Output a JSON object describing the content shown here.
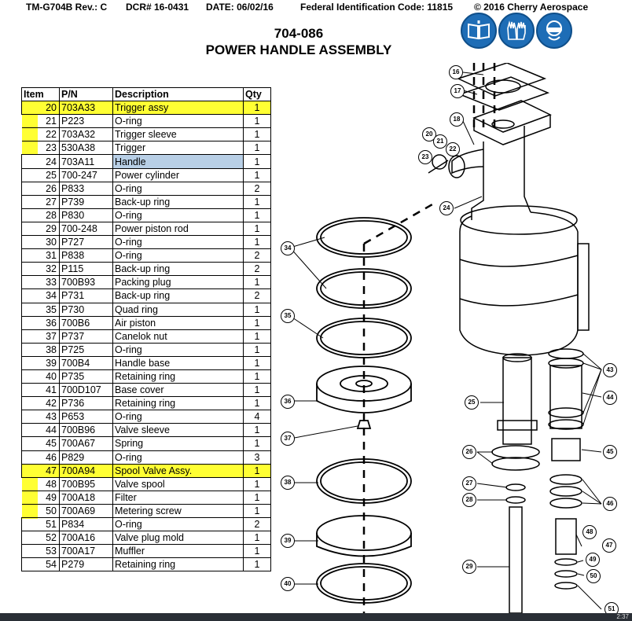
{
  "header": {
    "doc": "TM-G704B Rev.: C",
    "dcr": "DCR# 16-0431",
    "date": "DATE: 06/02/16",
    "fed": "Federal Identification Code: 11815",
    "copyright": "© 2016 Cherry Aerospace"
  },
  "title": {
    "number": "704-086",
    "name": "POWER HANDLE ASSEMBLY"
  },
  "ppe_icons": [
    "read-manual-icon",
    "gloves-icon",
    "eye-protection-icon"
  ],
  "colors": {
    "highlight": "#ffff33",
    "selected": "#b8cfe6",
    "ppe_blue": "#1e6db6"
  },
  "table": {
    "headers": [
      "Item",
      "P/N",
      "Description",
      "Qty"
    ],
    "rows": [
      {
        "item": "20",
        "pn": "703A33",
        "desc": "Trigger assy",
        "qty": "1",
        "style": "hl"
      },
      {
        "item": "21",
        "pn": "P223",
        "desc": "O-ring",
        "qty": "1",
        "style": "sub"
      },
      {
        "item": "22",
        "pn": "703A32",
        "desc": "Trigger sleeve",
        "qty": "1",
        "style": "sub"
      },
      {
        "item": "23",
        "pn": "530A38",
        "desc": "Trigger",
        "qty": "1",
        "style": "sub"
      },
      {
        "item": "24",
        "pn": "703A11",
        "desc": "Handle",
        "qty": "1",
        "style": "sel"
      },
      {
        "item": "25",
        "pn": "700-247",
        "desc": "Power cylinder",
        "qty": "1",
        "style": ""
      },
      {
        "item": "26",
        "pn": "P833",
        "desc": "O-ring",
        "qty": "2",
        "style": ""
      },
      {
        "item": "27",
        "pn": "P739",
        "desc": "Back-up ring",
        "qty": "1",
        "style": ""
      },
      {
        "item": "28",
        "pn": "P830",
        "desc": "O-ring",
        "qty": "1",
        "style": ""
      },
      {
        "item": "29",
        "pn": "700-248",
        "desc": "Power piston rod",
        "qty": "1",
        "style": ""
      },
      {
        "item": "30",
        "pn": "P727",
        "desc": "O-ring",
        "qty": "1",
        "style": ""
      },
      {
        "item": "31",
        "pn": "P838",
        "desc": "O-ring",
        "qty": "2",
        "style": ""
      },
      {
        "item": "32",
        "pn": "P115",
        "desc": "Back-up ring",
        "qty": "2",
        "style": ""
      },
      {
        "item": "33",
        "pn": "700B93",
        "desc": "Packing plug",
        "qty": "1",
        "style": ""
      },
      {
        "item": "34",
        "pn": "P731",
        "desc": "Back-up ring",
        "qty": "2",
        "style": ""
      },
      {
        "item": "35",
        "pn": "P730",
        "desc": "Quad ring",
        "qty": "1",
        "style": ""
      },
      {
        "item": "36",
        "pn": "700B6",
        "desc": "Air piston",
        "qty": "1",
        "style": ""
      },
      {
        "item": "37",
        "pn": "P737",
        "desc": "Canelok nut",
        "qty": "1",
        "style": ""
      },
      {
        "item": "38",
        "pn": "P725",
        "desc": "O-ring",
        "qty": "1",
        "style": ""
      },
      {
        "item": "39",
        "pn": "700B4",
        "desc": "Handle base",
        "qty": "1",
        "style": ""
      },
      {
        "item": "40",
        "pn": "P735",
        "desc": "Retaining ring",
        "qty": "1",
        "style": ""
      },
      {
        "item": "41",
        "pn": "700D107",
        "desc": "Base cover",
        "qty": "1",
        "style": ""
      },
      {
        "item": "42",
        "pn": "P736",
        "desc": "Retaining ring",
        "qty": "1",
        "style": ""
      },
      {
        "item": "43",
        "pn": "P653",
        "desc": "O-ring",
        "qty": "4",
        "style": ""
      },
      {
        "item": "44",
        "pn": "700B96",
        "desc": "Valve sleeve",
        "qty": "1",
        "style": ""
      },
      {
        "item": "45",
        "pn": "700A67",
        "desc": "Spring",
        "qty": "1",
        "style": ""
      },
      {
        "item": "46",
        "pn": "P829",
        "desc": "O-ring",
        "qty": "3",
        "style": ""
      },
      {
        "item": "47",
        "pn": "700A94",
        "desc": "Spool Valve Assy.",
        "qty": "1",
        "style": "hl"
      },
      {
        "item": "48",
        "pn": "700B95",
        "desc": "Valve spool",
        "qty": "1",
        "style": "sub"
      },
      {
        "item": "49",
        "pn": "700A18",
        "desc": "Filter",
        "qty": "1",
        "style": "sub"
      },
      {
        "item": "50",
        "pn": "700A69",
        "desc": "Metering screw",
        "qty": "1",
        "style": "sub"
      },
      {
        "item": "51",
        "pn": "P834",
        "desc": "O-ring",
        "qty": "2",
        "style": ""
      },
      {
        "item": "52",
        "pn": "700A16",
        "desc": "Valve plug mold",
        "qty": "1",
        "style": ""
      },
      {
        "item": "53",
        "pn": "700A17",
        "desc": "Muffler",
        "qty": "1",
        "style": ""
      },
      {
        "item": "54",
        "pn": "P279",
        "desc": "Retaining ring",
        "qty": "1",
        "style": ""
      }
    ]
  },
  "callouts": [
    "16",
    "17",
    "18",
    "20",
    "21",
    "22",
    "23",
    "24",
    "25",
    "26",
    "27",
    "28",
    "29",
    "34",
    "35",
    "36",
    "37",
    "38",
    "39",
    "40",
    "43",
    "44",
    "45",
    "46",
    "47",
    "48",
    "49",
    "50",
    "51"
  ],
  "taskbar_text": "2:37"
}
